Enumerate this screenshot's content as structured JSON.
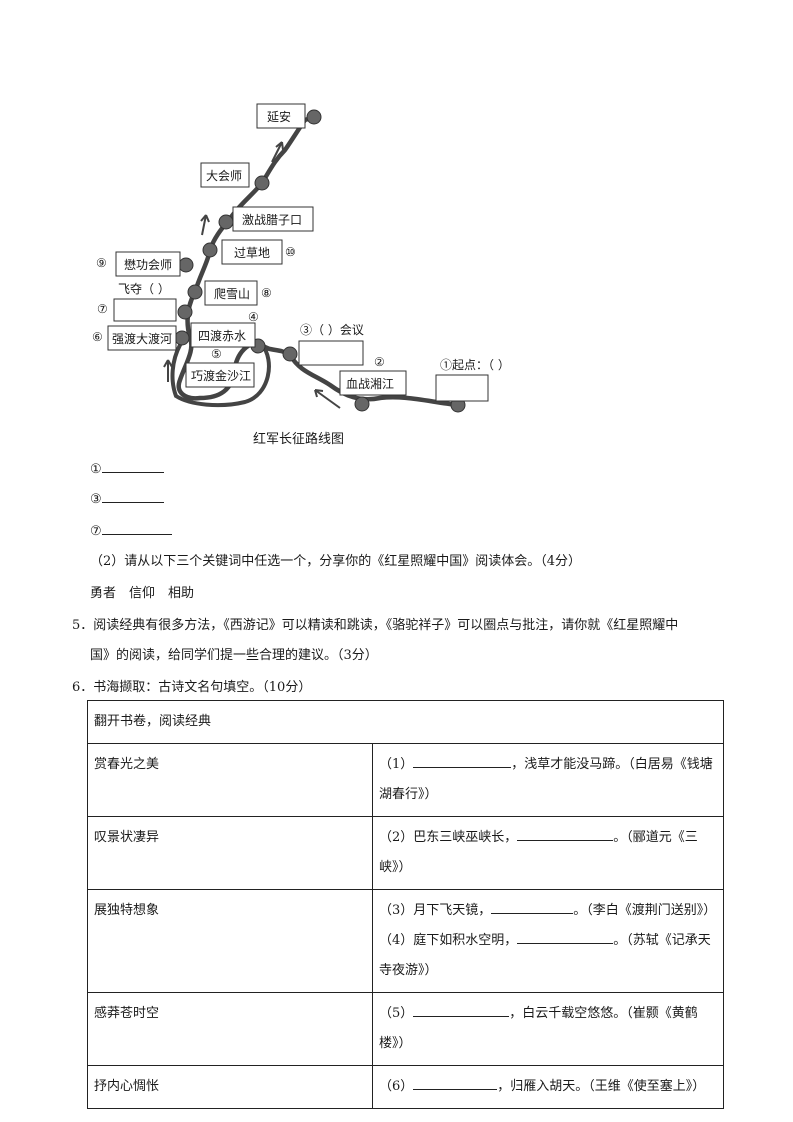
{
  "map": {
    "stops": {
      "yanan": "延安",
      "dahuishi": "大会师",
      "lazikou": "激战腊子口",
      "caodi": "过草地",
      "maogong": "懋功会师",
      "xueshan": "爬雪山",
      "feiduo": "飞夺（ ）",
      "dadu": "强渡大渡河",
      "chishui": "四渡赤水",
      "jinsha": "巧渡金沙江",
      "meeting": "③（ ）会议",
      "xiangjiang": "血战湘江",
      "start": "①起点：（ ）"
    },
    "nums": {
      "n2": "②",
      "n4": "④",
      "n5": "⑤",
      "n6": "⑥",
      "n7": "⑦",
      "n8": "⑧",
      "n9": "⑨",
      "n10": "⑩"
    },
    "caption": "红军长征路线图"
  },
  "answers": [
    {
      "label": "①"
    },
    {
      "label": "③"
    },
    {
      "label": "⑦"
    }
  ],
  "q4_2": {
    "prompt": "（2）请从以下三个关键词中任选一个，分享你的《红星照耀中国》阅读体会。（4分）",
    "keywords": "勇者　信仰　相助"
  },
  "q5": {
    "line1": "5．阅读经典有很多方法，《西游记》可以精读和跳读，《骆驼祥子》可以圈点与批注，请你就《红星照耀中",
    "line2": "国》的阅读，给同学们提一些合理的建议。（3分）"
  },
  "q6": {
    "prompt": "6．书海撷取：古诗文名句填空。（10分）",
    "header": "翻开书卷，阅读经典",
    "rows": [
      {
        "theme": "赏春光之美",
        "l1_pre": "（1）",
        "l1_post": "，浅草才能没马蹄。（白居易《钱塘",
        "l2": "湖春行》）"
      },
      {
        "theme": "叹景状凄异",
        "l1_pre": "（2）巴东三峡巫峡长，",
        "l1_post": "。（郦道元《三峡》）"
      },
      {
        "theme": "展独特想象",
        "l1_pre": "（3）月下飞天镜，",
        "l1_post": "。（李白《渡荆门送别》）",
        "l2_pre": "（4）庭下如积水空明，",
        "l2_post": "。（苏轼《记承天",
        "l3": "寺夜游》）"
      },
      {
        "theme": "感莽苍时空",
        "l1_pre": "（5）",
        "l1_post": "，白云千载空悠悠。（崔颢《黄鹤楼》）"
      },
      {
        "theme": "抒内心惆怅",
        "l1_pre": "（6）",
        "l1_post": "，归雁入胡天。（王维《使至塞上》）"
      }
    ]
  }
}
